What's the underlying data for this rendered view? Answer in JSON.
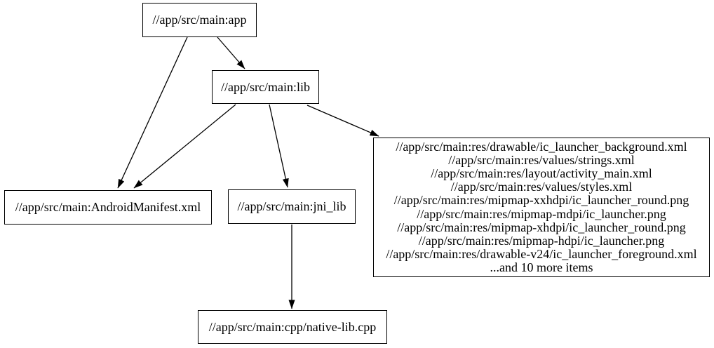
{
  "diagram": {
    "type": "dependency-graph",
    "nodes": {
      "app": {
        "label": "//app/src/main:app"
      },
      "lib": {
        "label": "//app/src/main:lib"
      },
      "manifest": {
        "label": "//app/src/main:AndroidManifest.xml"
      },
      "jni_lib": {
        "label": "//app/src/main:jni_lib"
      },
      "res_files": {
        "lines": [
          "//app/src/main:res/drawable/ic_launcher_background.xml",
          "//app/src/main:res/values/strings.xml",
          "//app/src/main:res/layout/activity_main.xml",
          "//app/src/main:res/values/styles.xml",
          "//app/src/main:res/mipmap-xxhdpi/ic_launcher_round.png",
          "//app/src/main:res/mipmap-mdpi/ic_launcher.png",
          "//app/src/main:res/mipmap-xhdpi/ic_launcher_round.png",
          "//app/src/main:res/mipmap-hdpi/ic_launcher.png",
          "//app/src/main:res/drawable-v24/ic_launcher_foreground.xml",
          "...and 10 more items"
        ]
      },
      "native_cpp": {
        "label": "//app/src/main:cpp/native-lib.cpp"
      }
    },
    "edges": [
      {
        "from": "app",
        "to": "lib"
      },
      {
        "from": "app",
        "to": "manifest"
      },
      {
        "from": "lib",
        "to": "manifest"
      },
      {
        "from": "lib",
        "to": "jni_lib"
      },
      {
        "from": "lib",
        "to": "res_files"
      },
      {
        "from": "jni_lib",
        "to": "native_cpp"
      }
    ],
    "colors": {
      "background": "#ffffff",
      "node_border": "#000000",
      "edge": "#000000",
      "text": "#000000"
    }
  }
}
